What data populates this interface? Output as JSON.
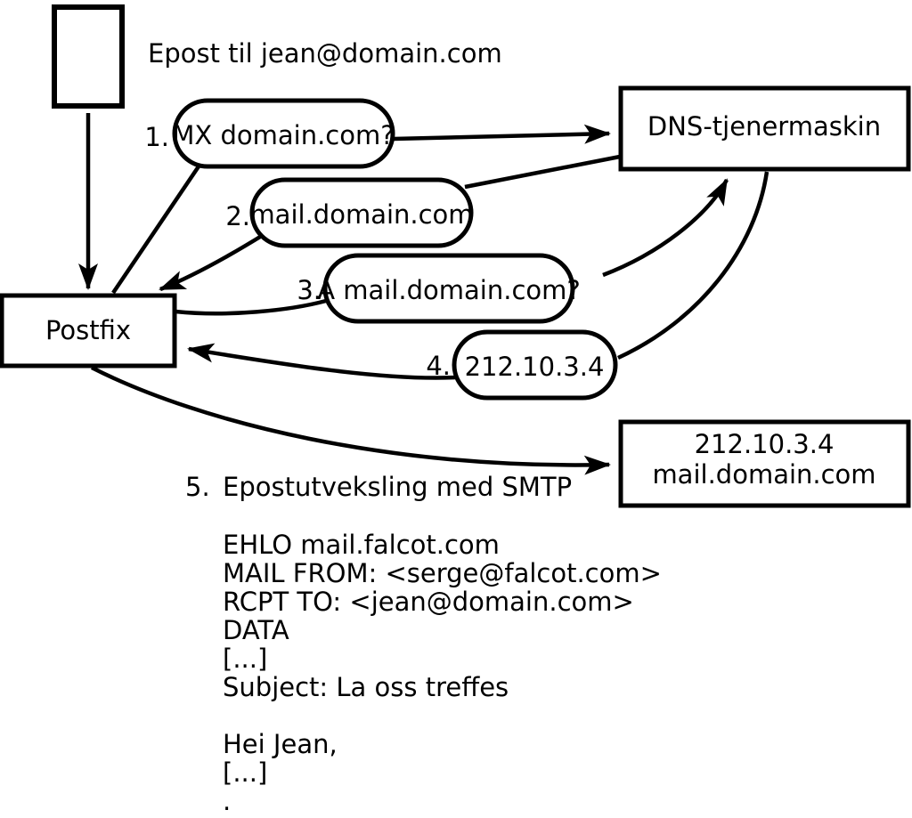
{
  "diagram": {
    "title": "Epost til jean@domain.com",
    "nodes": {
      "postfix": "Postfix",
      "dns": "DNS-tjenermaskin",
      "server_line1": "212.10.3.4",
      "server_line2": "mail.domain.com"
    },
    "steps": [
      {
        "num": "1.",
        "label": "MX domain.com?"
      },
      {
        "num": "2.",
        "label": "mail.domain.com"
      },
      {
        "num": "3.",
        "label": "A mail.domain.com?"
      },
      {
        "num": "4.",
        "label": "212.10.3.4"
      },
      {
        "num": "5.",
        "label": "Epostutveksling med SMTP"
      }
    ],
    "smtp": [
      "EHLO mail.falcot.com",
      "MAIL FROM: <serge@falcot.com>",
      "RCPT TO: <jean@domain.com>",
      "DATA",
      "[...]",
      "Subject: La oss treffes",
      "",
      "Hei Jean,",
      "[...]",
      "."
    ],
    "colors": {
      "stroke": "#000000",
      "background": "#ffffff"
    }
  }
}
